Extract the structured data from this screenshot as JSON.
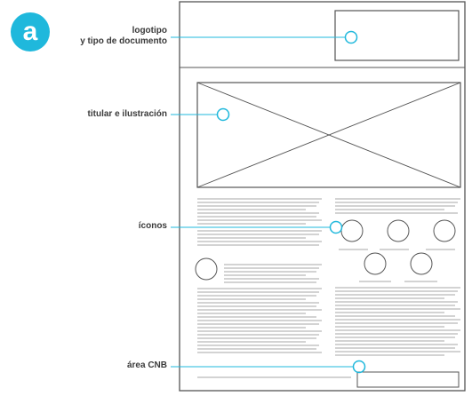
{
  "badge": {
    "letter": "a"
  },
  "labels": {
    "logo_line1": "logotipo",
    "logo_line2": "y tipo de documento",
    "headline": "titular e ilustración",
    "icons": "íconos",
    "cnb": "área CNB"
  },
  "colors": {
    "accent": "#1fb8dc",
    "sketch": "#555555",
    "label_text": "#3a3a3a"
  }
}
